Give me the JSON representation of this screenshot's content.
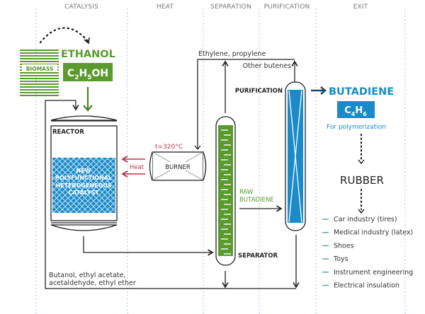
{
  "columns": [
    "CATALYSIS",
    "HEAT",
    "SEPARATION",
    "PURIFICATION",
    "EXIT"
  ],
  "feedstock": {
    "biomass": "BIOMASS",
    "ethanol": "ETHANOL",
    "formula_parts": [
      "C",
      "2",
      "H",
      "5",
      "OH"
    ]
  },
  "reactor": {
    "label": "REACTOR",
    "catalyst_lines": [
      "NEW",
      "POLYFUNCTIONAL",
      "HETEROGENEOUS",
      "CATALYST"
    ]
  },
  "burner": {
    "label": "BURNER",
    "temperature": "t=320°C",
    "heat_label": "Heat"
  },
  "separator": {
    "label": "SEPARATOR",
    "raw_lines": [
      "RAW",
      "BUTADIENE"
    ]
  },
  "purification": {
    "label": "PURIFICATION"
  },
  "streams": {
    "top": "Ethylene, propylene",
    "butenes": "Other butenes",
    "bottom_lines": [
      "Butanol, ethyl acetate,",
      "acetaldehyde, ethyl ether"
    ]
  },
  "product": {
    "name": "BUTADIENE",
    "formula_parts": [
      "C",
      "4",
      "H",
      "6"
    ],
    "note": "For polymerization",
    "rubber": "RUBBER"
  },
  "uses": [
    "Car industry (tires)",
    "Medical industry (latex)",
    "Shoes",
    "Toys",
    "Instrument engineering",
    "Electrical insulation"
  ],
  "colors": {
    "green": "#5a9a2e",
    "blue": "#1a8ac8",
    "red": "#b33a4a",
    "dark": "#222222"
  }
}
